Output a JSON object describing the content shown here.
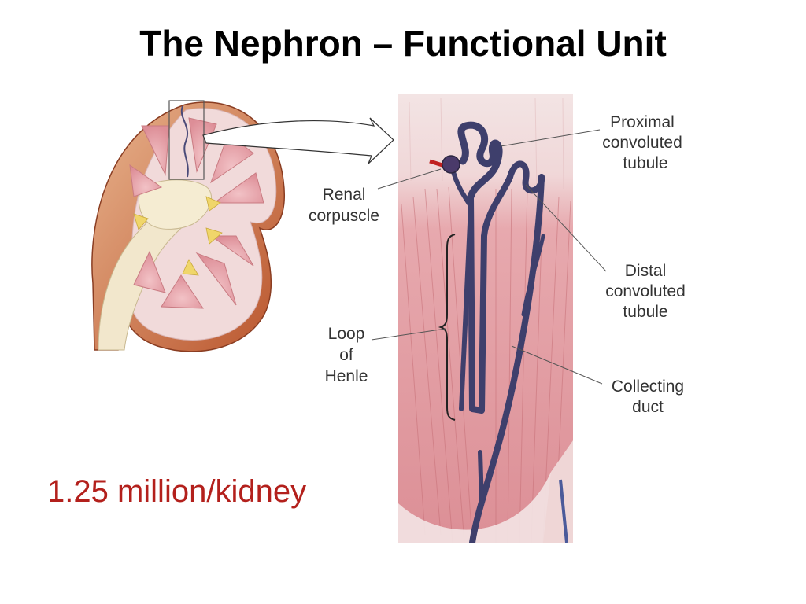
{
  "title": "The Nephron – Functional Unit",
  "statistic": "1.25 million/kidney",
  "labels": {
    "proximal": [
      "Proximal",
      "convoluted",
      "tubule"
    ],
    "renal": [
      "Renal",
      "corpuscle"
    ],
    "distal": [
      "Distal",
      "convoluted",
      "tubule"
    ],
    "loop": [
      "Loop",
      "of",
      "Henle"
    ],
    "collecting": [
      "Collecting",
      "duct"
    ]
  },
  "colors": {
    "statistic": "#b3201c",
    "tissue": "#e6a3a8",
    "nephron": "#3e3f6c",
    "kidney_capsule": "#c9673d"
  }
}
